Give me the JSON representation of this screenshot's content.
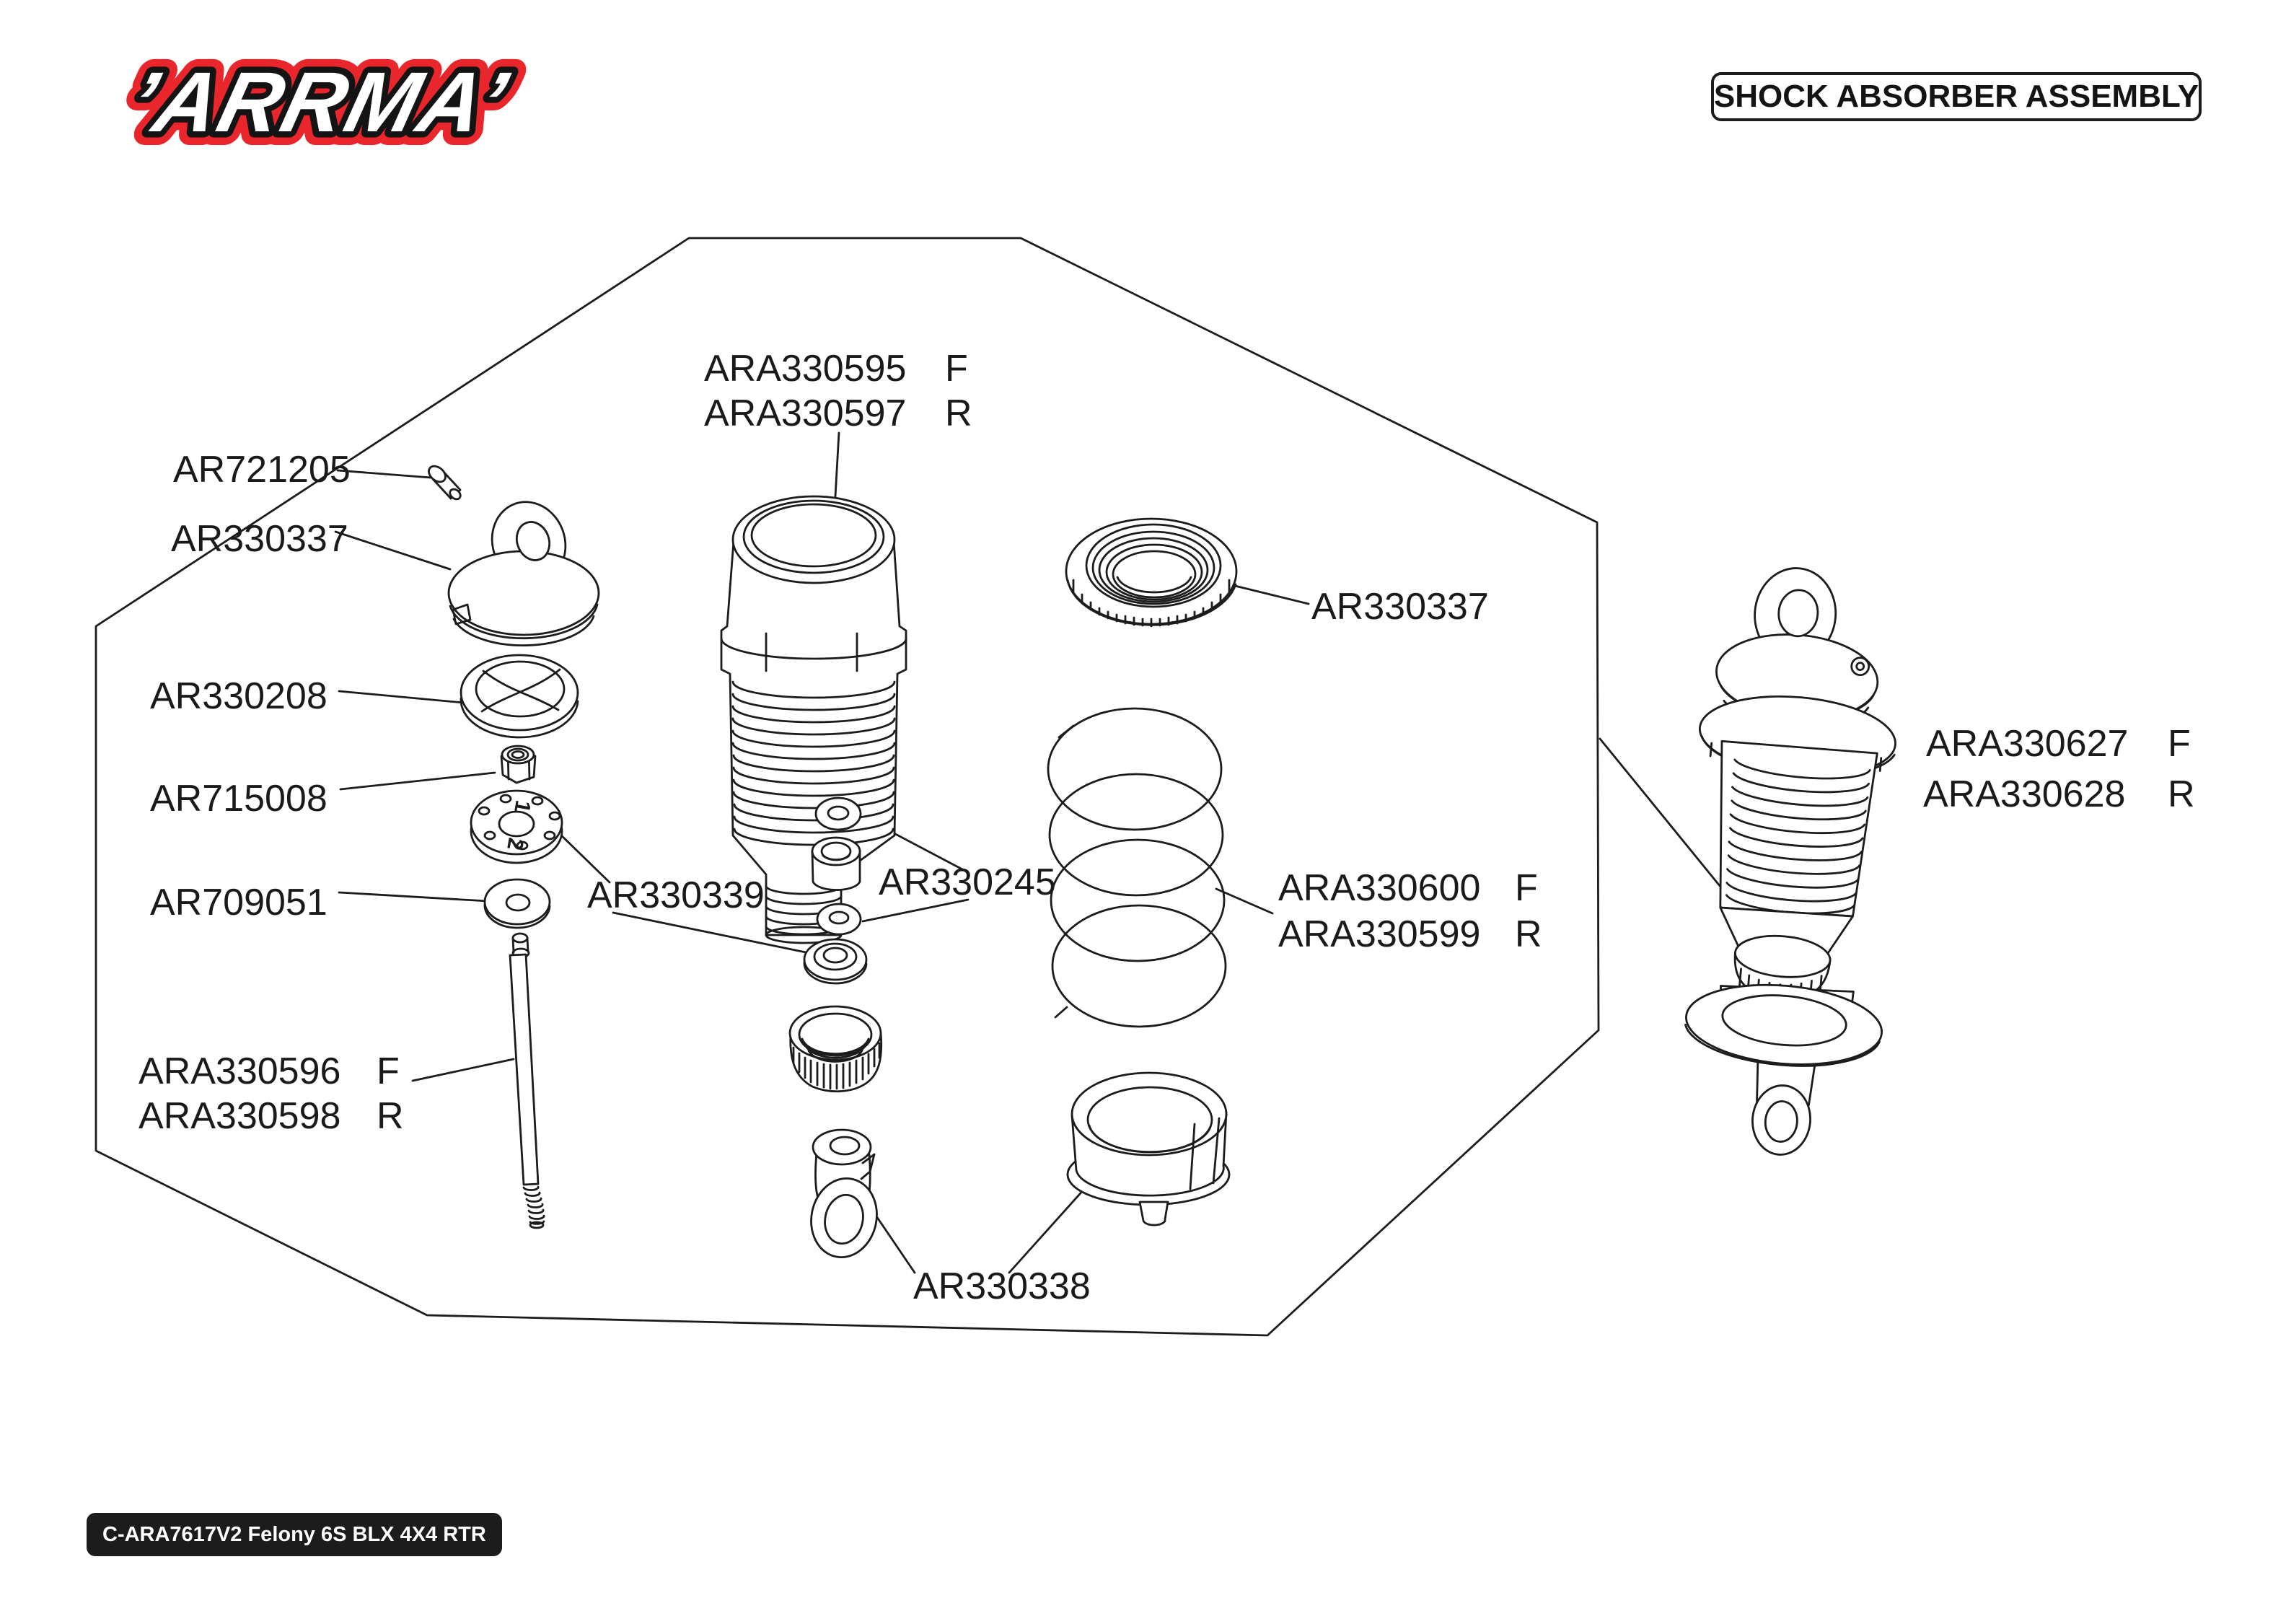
{
  "header": {
    "brand": "’ARRMA’",
    "title": "SHOCK ABSORBER ASSEMBLY"
  },
  "footer": {
    "model_code": "C-ARA7617V2 Felony 6S BLX 4X4 RTR"
  },
  "diagram": {
    "labels": {
      "cap_screw": "AR721205",
      "shock_cap": "AR330337",
      "spring_retainer": "AR330208",
      "lock_nut": "AR715008",
      "washer": "AR709051",
      "shaft_front": "ARA330596",
      "shaft_front_pos": "F",
      "shaft_rear": "ARA330598",
      "shaft_rear_pos": "R",
      "body_front": "ARA330595",
      "body_front_pos": "F",
      "body_rear": "ARA330597",
      "body_rear_pos": "R",
      "piston_set": "AR330339",
      "oring_set": "AR330245",
      "spring_collar": "AR330337",
      "spring_front": "ARA330600",
      "spring_front_pos": "F",
      "spring_rear": "ARA330599",
      "spring_rear_pos": "R",
      "rod_end_set": "AR330338",
      "assembled_front": "ARA330627",
      "assembled_front_pos": "F",
      "assembled_rear": "ARA330628",
      "assembled_rear_pos": "R"
    },
    "piston_marks": {
      "one": "1",
      "two": "2"
    }
  }
}
